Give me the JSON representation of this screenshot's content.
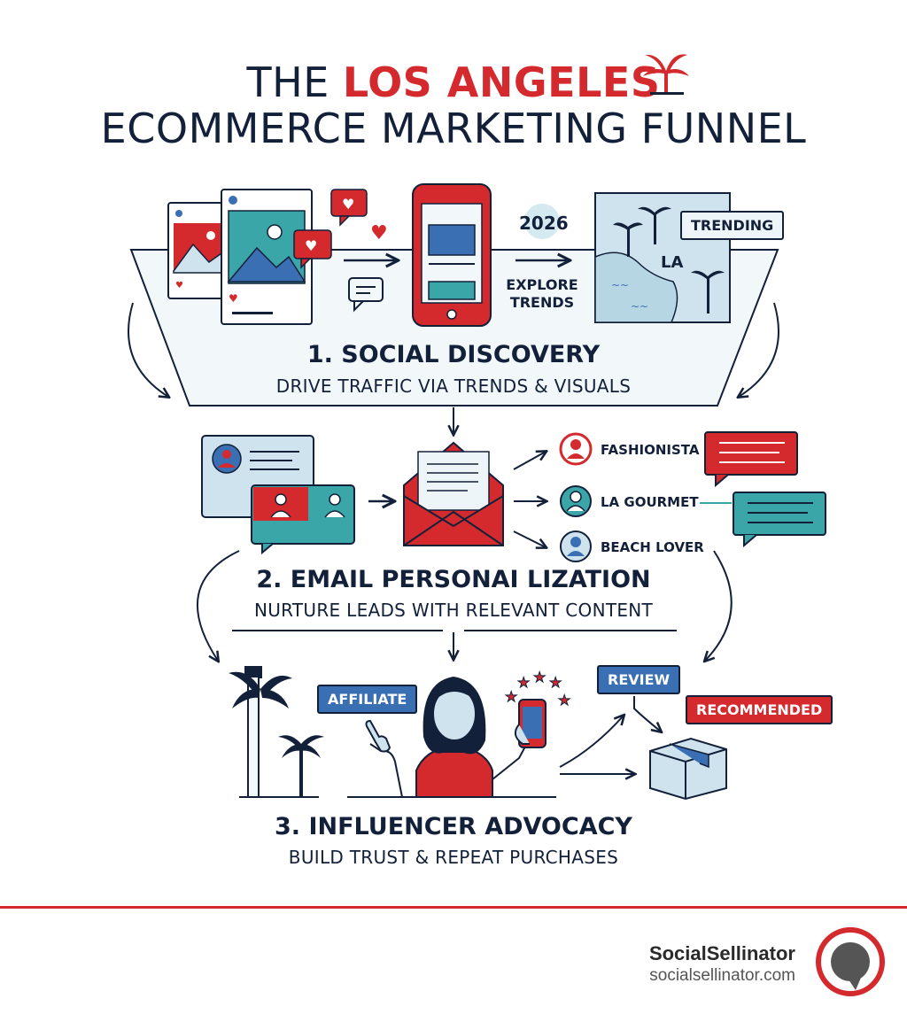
{
  "title": {
    "prefix": "THE ",
    "highlight": "LOS ANGELES",
    "line2": "ECOMMERCE MARKETING FUNNEL"
  },
  "stages": [
    {
      "heading": "1. SOCIAL DISCOVERY",
      "subheading": "DRIVE TRAFFIC VIA TRENDS & VISUALS"
    },
    {
      "heading": "2. EMAIL PERSONAI LIZATION",
      "subheading": "NURTURE LEADS WITH RELEVANT CONTENT"
    },
    {
      "heading": "3. INFLUENCER ADVOCACY",
      "subheading": "BUILD TRUST & REPEAT PURCHASES"
    }
  ],
  "stage1": {
    "year": "2026",
    "explore_line1": "EXPLORE",
    "explore_line2": "TRENDS",
    "trending": "TRENDING",
    "map_label": "LA"
  },
  "stage2": {
    "segments": [
      "FASHIONISTA",
      "LA GOURMET",
      "BEACH LOVER"
    ]
  },
  "stage3": {
    "affiliate": "AFFILIATE",
    "review": "REVIEW",
    "recommended": "RECOMMENDED"
  },
  "footer": {
    "brand_name": "SocialSellinator",
    "brand_url": "socialsellinator.com"
  },
  "colors": {
    "navy": "#13203a",
    "red": "#d42a2e",
    "teal": "#3aa6a8",
    "blue": "#3a6fb3",
    "light_blue": "#cfe3ee"
  }
}
